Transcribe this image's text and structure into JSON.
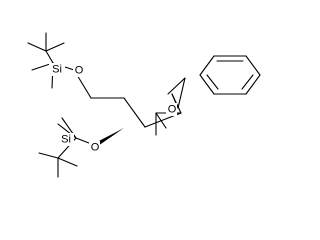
{
  "diagram": {
    "type": "skeletal-structure",
    "atom_labels": {
      "silicon_top": "Si",
      "oxygen_top": "O",
      "silicon_bottom": "Si",
      "oxygen_bottom": "O",
      "oxygen_right": "O"
    },
    "stereo_bond": "solid-wedge",
    "line_color": "#000000",
    "background_color": "#ffffff"
  }
}
